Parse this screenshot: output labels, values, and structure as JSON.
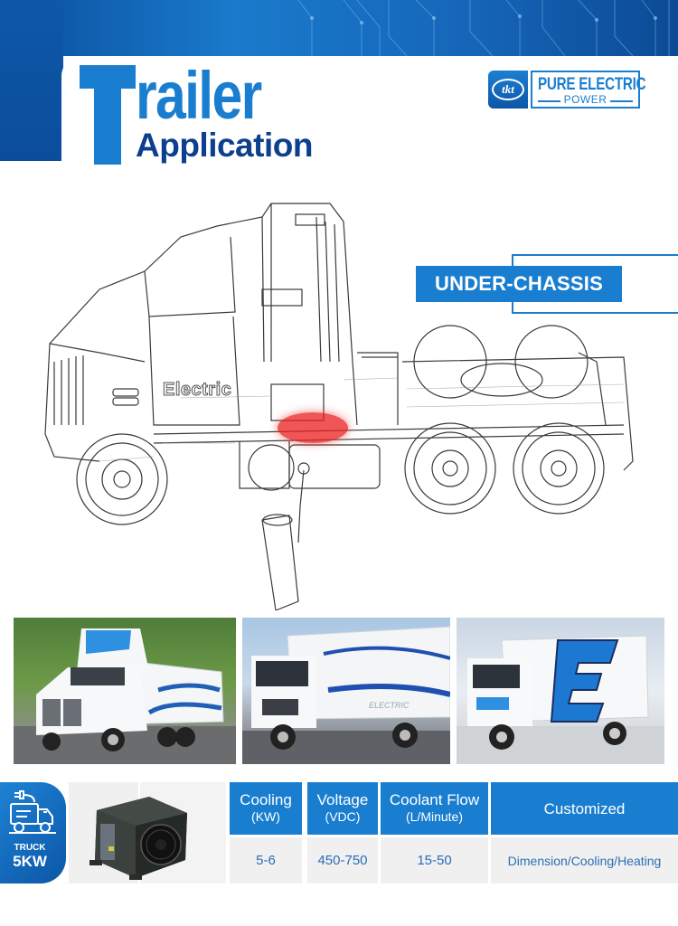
{
  "header": {
    "title_initial": "T",
    "title_rest": "railer",
    "subtitle": "Application"
  },
  "logo": {
    "badge_text": "tkt",
    "main_text": "PURE ELECTRIC",
    "sub_text": "POWER"
  },
  "diagram": {
    "callout_label": "UNDER-CHASSIS",
    "truck_side_text": "Electric",
    "hotspot_color": "#eb1e1e"
  },
  "photos": [
    {
      "label": "white semi truck with aerodynamic trailer",
      "side_text": ""
    },
    {
      "label": "box truck with ELECTRIC graphics",
      "side_text": "ELECTRIC"
    },
    {
      "label": "box truck with large E graphic",
      "side_text": "E"
    }
  ],
  "spec": {
    "badge": {
      "line1": "TRUCK",
      "line2": "5KW"
    },
    "columns": [
      {
        "header": "Cooling",
        "unit": "(KW)",
        "value": "5-6"
      },
      {
        "header": "Voltage",
        "unit": "(VDC)",
        "value": "450-750"
      },
      {
        "header": "Coolant Flow",
        "unit": "(L/Minute)",
        "value": "15-50"
      },
      {
        "header": "Customized",
        "unit": "",
        "value": "Dimension/Cooling/Heating"
      }
    ]
  },
  "colors": {
    "brand_blue": "#1a7ed0",
    "dark_blue": "#0d3f8f",
    "value_text": "#2b6eb6",
    "cell_gray": "#f0f0f0"
  }
}
